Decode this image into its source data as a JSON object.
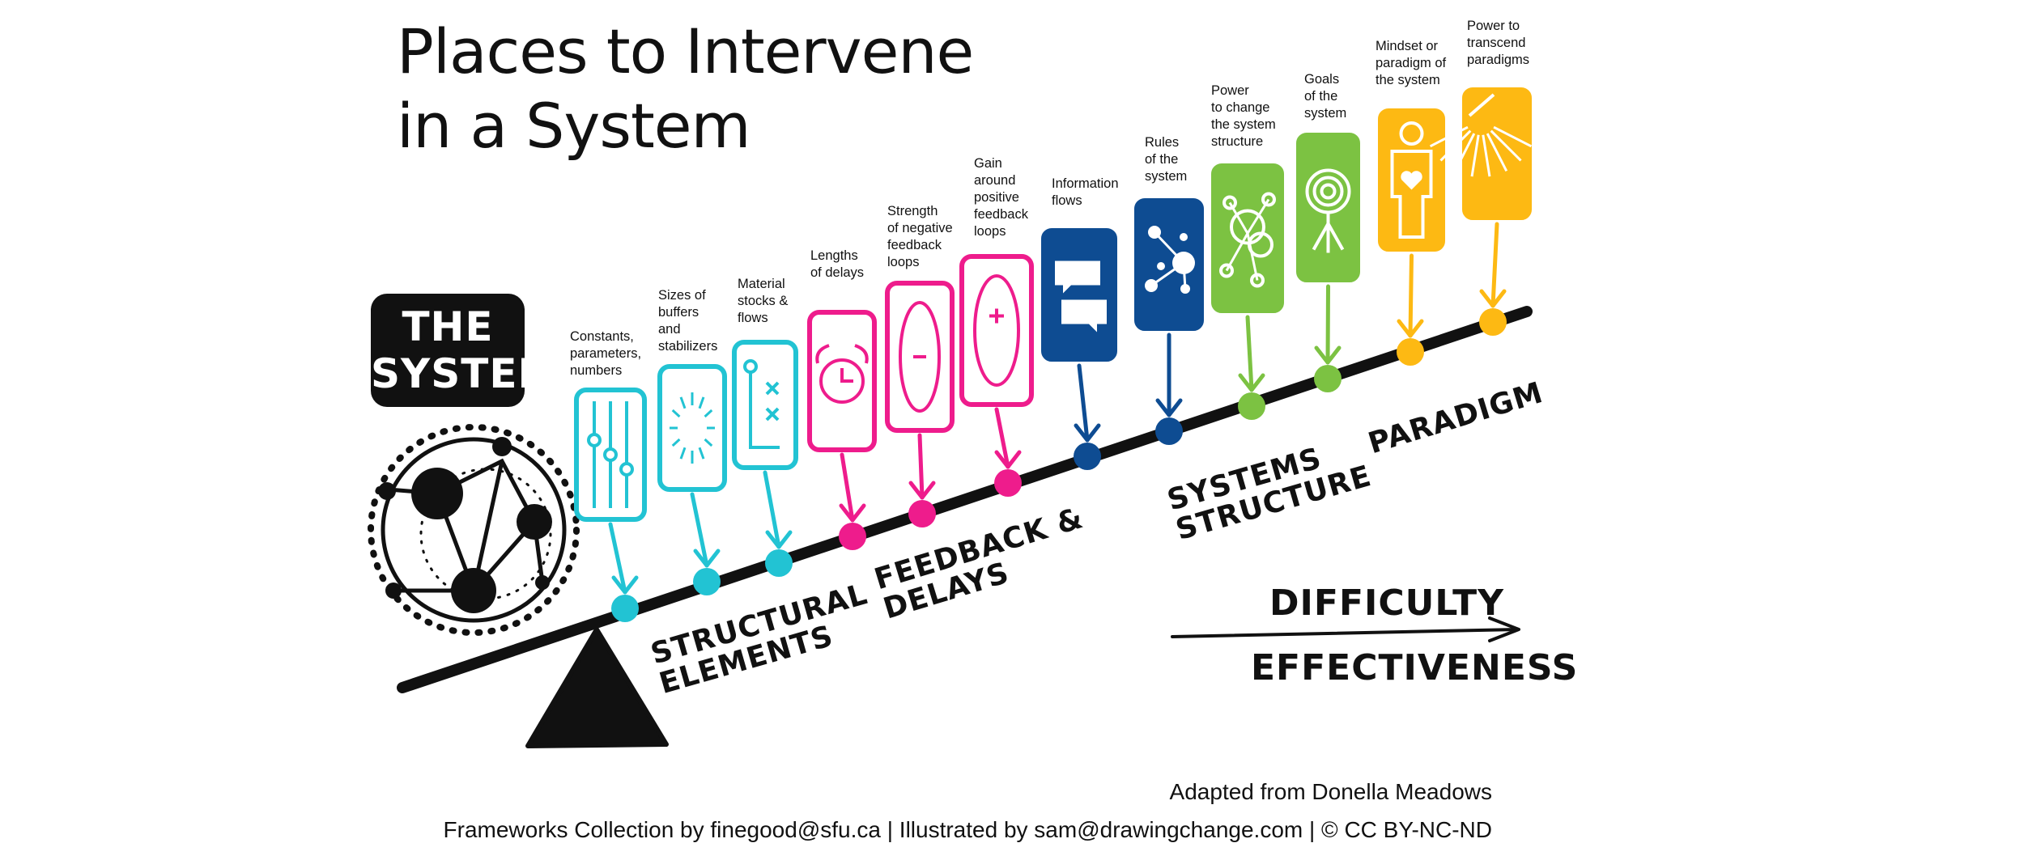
{
  "title": {
    "line1": "Places to Intervene",
    "line2": "in a System"
  },
  "system_badge": {
    "line1": "THE",
    "line2": "SYSTEM"
  },
  "colors": {
    "cyan": "#22C3D3",
    "magenta": "#EE1C8C",
    "navy": "#0E4C92",
    "green": "#7CC242",
    "yellow": "#FDB913",
    "ink": "#111111"
  },
  "leverage_points": [
    {
      "label": "Constants,\nparameters,\nnumbers",
      "color": "cyan",
      "icon": "sliders-icon"
    },
    {
      "label": "Sizes of\nbuffers\nand\nstabilizers",
      "color": "cyan",
      "icon": "gauge-icon"
    },
    {
      "label": "Material\nstocks &\nflows",
      "color": "cyan",
      "icon": "flow-map-icon"
    },
    {
      "label": "Lengths\nof delays",
      "color": "magenta",
      "icon": "alarm-clock-icon"
    },
    {
      "label": "Strength\nof negative\nfeedback\nloops",
      "color": "magenta",
      "icon": "negative-loop-icon"
    },
    {
      "label": "Gain\naround\npositive\nfeedback\nloops",
      "color": "magenta",
      "icon": "positive-loop-icon"
    },
    {
      "label": "Information\nflows",
      "color": "navy",
      "icon": "speech-bubbles-icon"
    },
    {
      "label": "Rules\nof the\nsystem",
      "color": "navy",
      "icon": "rules-network-icon"
    },
    {
      "label": "Power\nto change\nthe system\nstructure",
      "color": "green",
      "icon": "structure-network-icon"
    },
    {
      "label": "Goals\nof the\nsystem",
      "color": "green",
      "icon": "target-icon"
    },
    {
      "label": "Mindset or\nparadigm of\nthe system",
      "color": "yellow",
      "icon": "person-heart-icon"
    },
    {
      "label": "Power to\ntranscend\nparadigms",
      "color": "yellow",
      "icon": "light-burst-icon"
    }
  ],
  "categories": {
    "structural": "STRUCTURAL\nELEMENTS",
    "feedback": "FEEDBACK &\nDELAYS",
    "structure": "SYSTEMS\nSTRUCTURE",
    "paradigm": "PARADIGM"
  },
  "axis": {
    "top": "DIFFICULTY",
    "bottom": "EFFECTIVENESS"
  },
  "footer": {
    "adapted": "Adapted from Donella Meadows",
    "credits": "Frameworks Collection by finegood@sfu.ca | Illustrated by sam@drawingchange.com | © CC BY-NC-ND"
  }
}
